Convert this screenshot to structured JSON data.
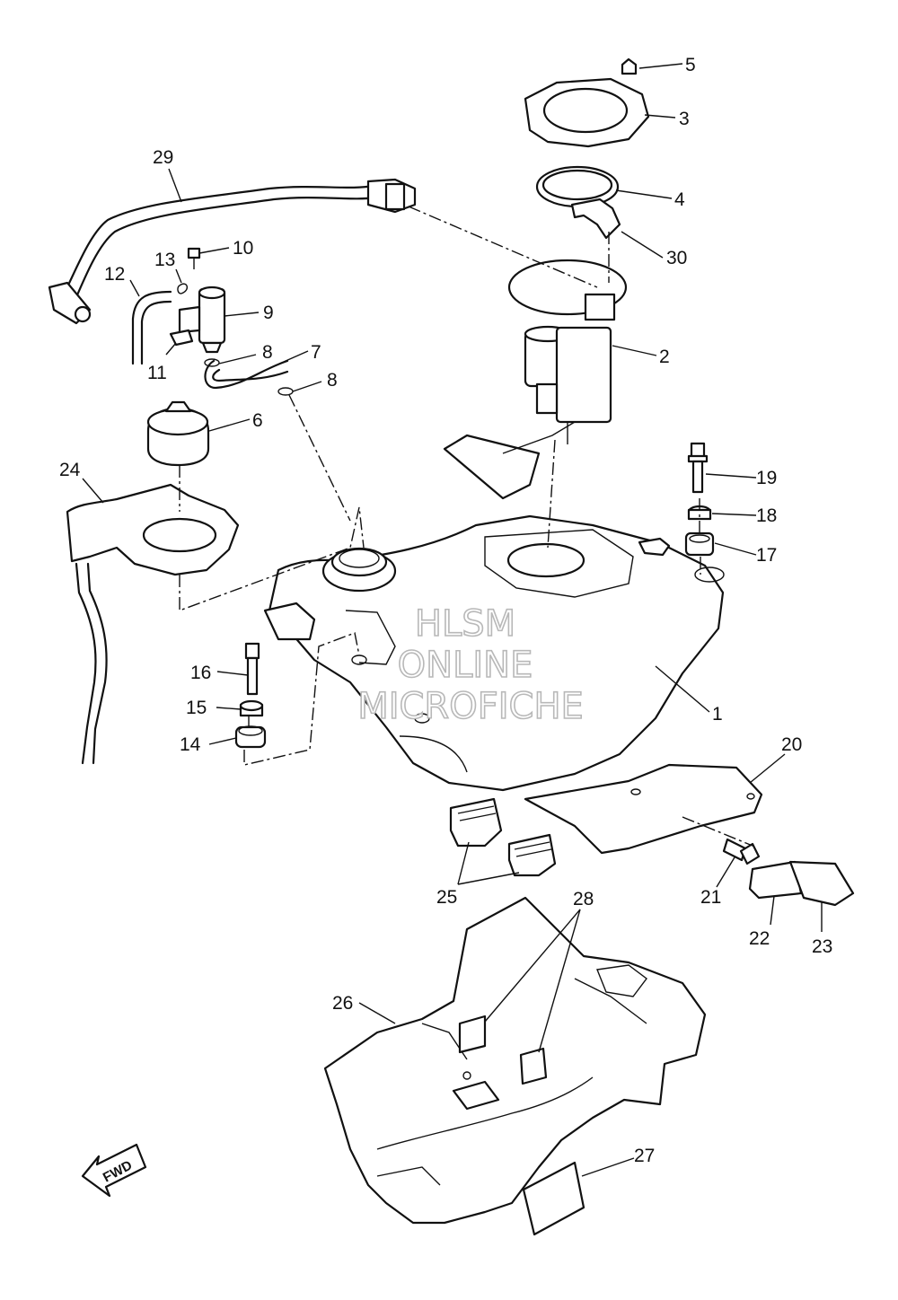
{
  "watermark": {
    "line1": "HLSM",
    "line2": "ONLINE",
    "line3": "MICROFICHE"
  },
  "direction_arrow": {
    "text": "FWD"
  },
  "callouts": {
    "c1": "1",
    "c2": "2",
    "c3": "3",
    "c4": "4",
    "c5": "5",
    "c6": "6",
    "c7": "7",
    "c8a": "8",
    "c8b": "8",
    "c9": "9",
    "c10": "10",
    "c11": "11",
    "c12": "12",
    "c13": "13",
    "c14": "14",
    "c15": "15",
    "c16": "16",
    "c17": "17",
    "c18": "18",
    "c19": "19",
    "c20": "20",
    "c21": "21",
    "c22": "22",
    "c23": "23",
    "c24": "24",
    "c25": "25",
    "c26": "26",
    "c27": "27",
    "c28": "28",
    "c29": "29",
    "c30": "30"
  }
}
